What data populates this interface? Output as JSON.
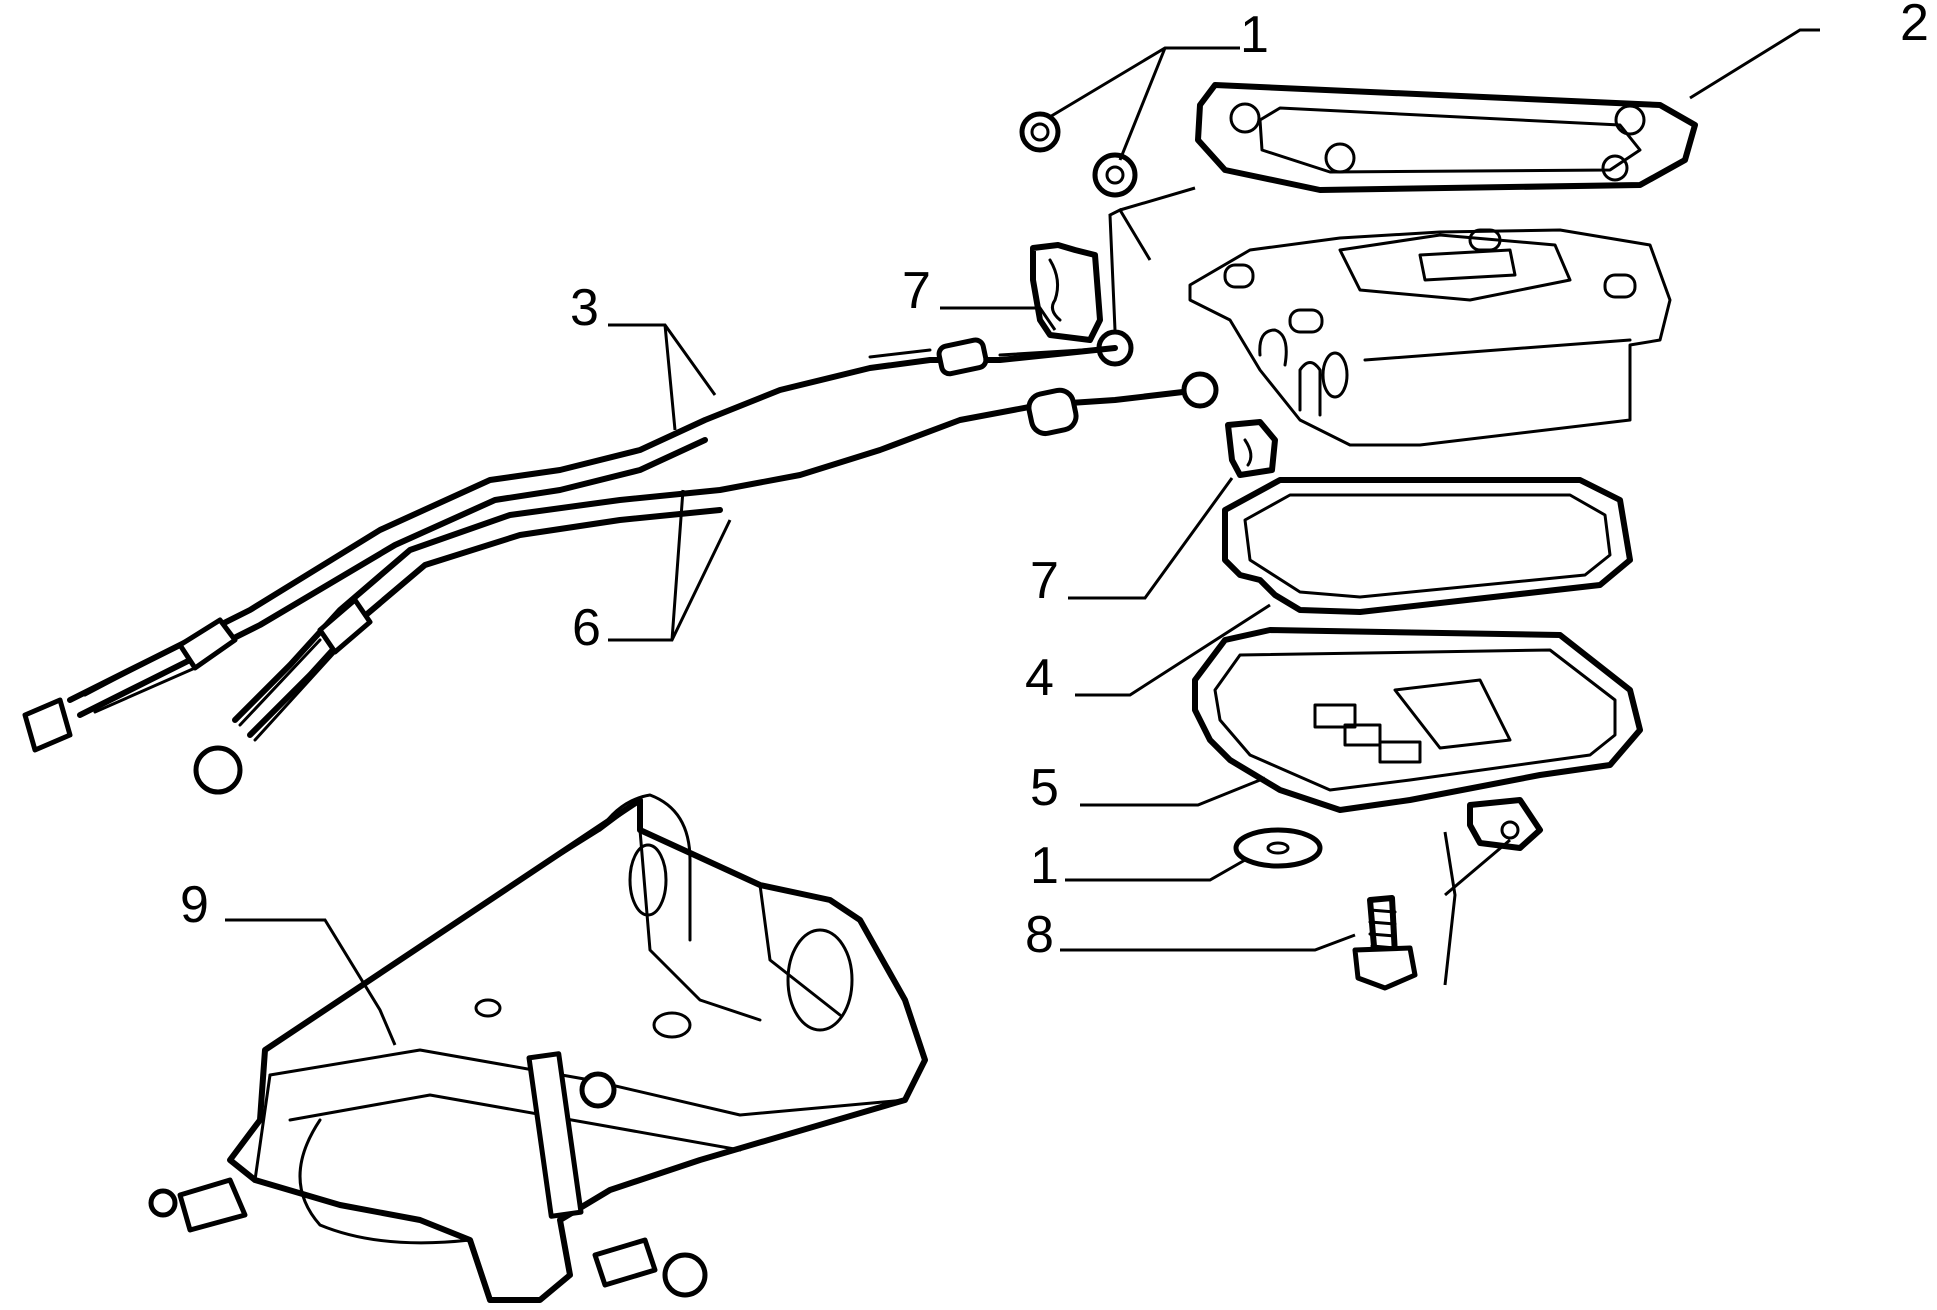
{
  "callouts": [
    {
      "id": "c1a",
      "text": "1"
    },
    {
      "id": "c2",
      "text": "2"
    },
    {
      "id": "c3",
      "text": "3"
    },
    {
      "id": "c7a",
      "text": "7"
    },
    {
      "id": "c7b",
      "text": "7"
    },
    {
      "id": "c6",
      "text": "6"
    },
    {
      "id": "c4",
      "text": "4"
    },
    {
      "id": "c5",
      "text": "5"
    },
    {
      "id": "c1b",
      "text": "1"
    },
    {
      "id": "c8",
      "text": "8"
    },
    {
      "id": "c9",
      "text": "9"
    }
  ]
}
